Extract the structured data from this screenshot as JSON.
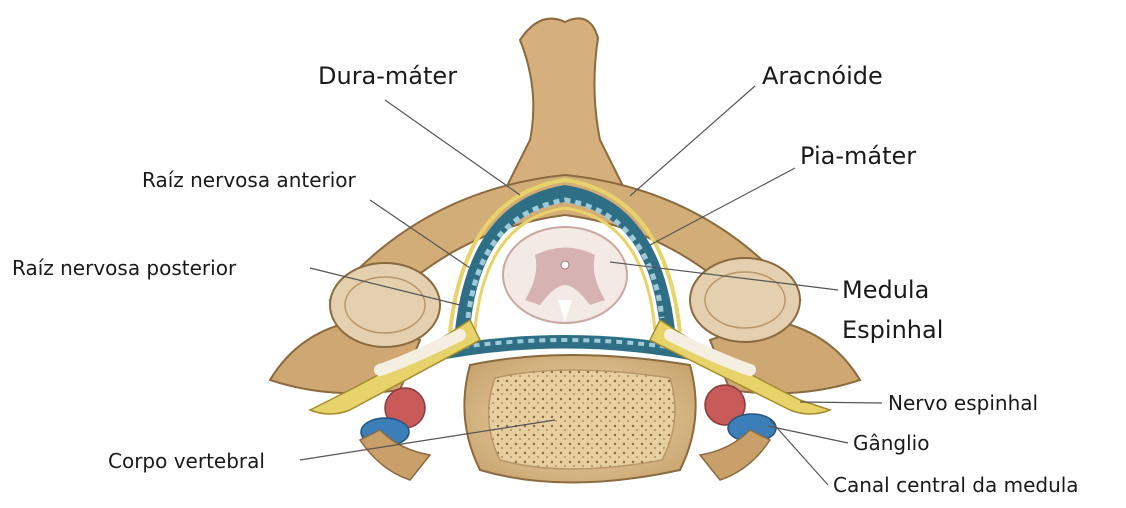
{
  "labels": {
    "dura_mater": "Dura-máter",
    "aracnoide": "Aracnóide",
    "pia_mater": "Pia-máter",
    "raiz_anterior": "Raíz nervosa anterior",
    "raiz_posterior": "Raíz nervosa posterior",
    "medula_line1": "Medula",
    "medula_line2": "Espinhal",
    "nervo_espinhal": "Nervo espinhal",
    "ganglio": "Gânglio",
    "corpo_vertebral": "Corpo vertebral",
    "canal_central": "Canal central da medula"
  },
  "colors": {
    "bone": "#d9b98a",
    "bone_dark": "#a07e52",
    "dura": "#e8d36a",
    "arachnoid": "#2f6f86",
    "arachnoid_cells": "#7fb6c8",
    "spinal_cord": "#f3eae6",
    "gray_matter": "#d7b2b2",
    "ganglion_red": "#c85a5a",
    "ganglion_blue": "#3c7fb8",
    "vertebral_body": "#e7cfa0",
    "leader_line": "#555555"
  }
}
